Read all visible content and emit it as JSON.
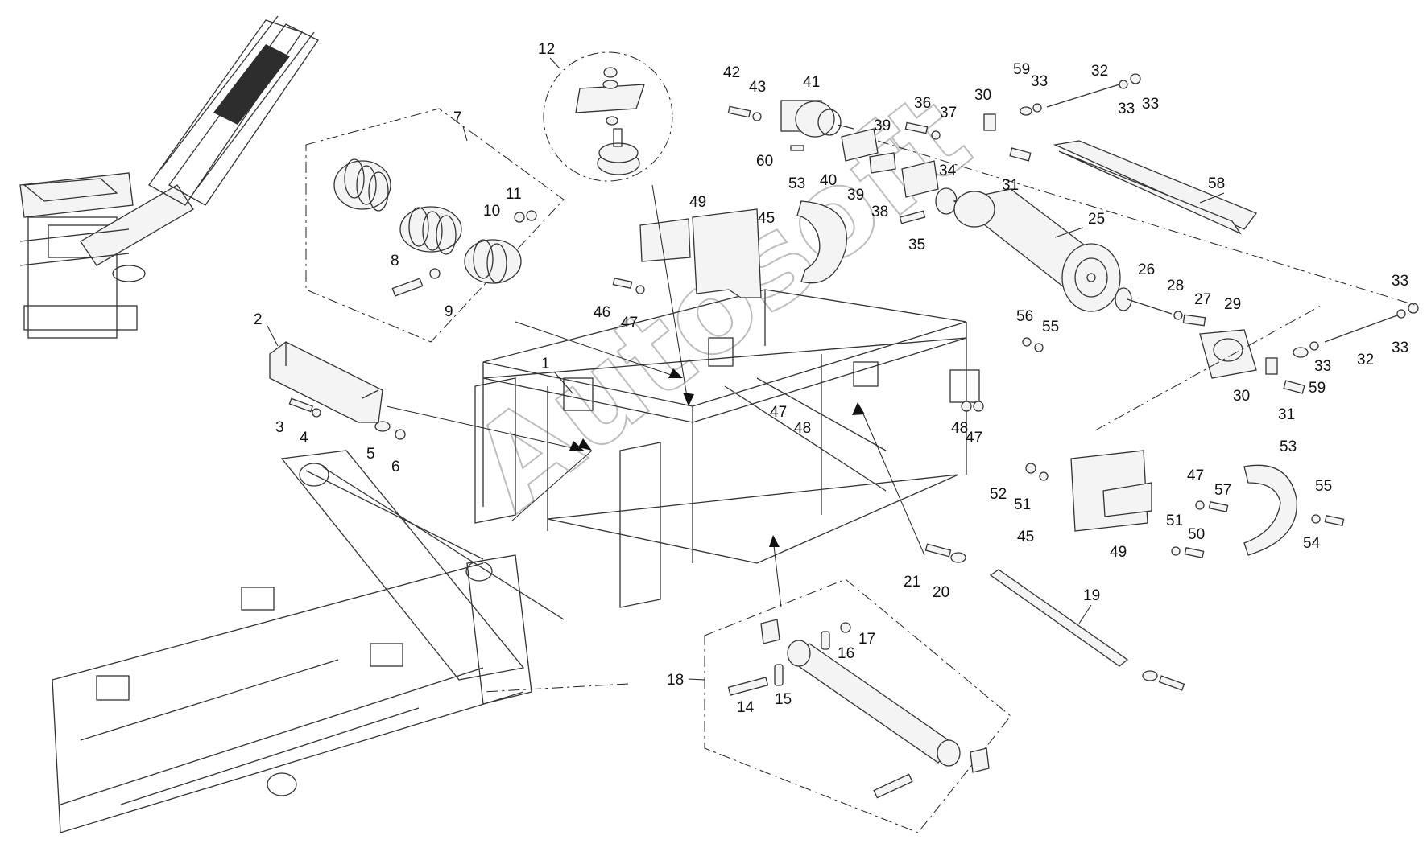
{
  "watermark": "Autosoft",
  "callouts": {
    "c1": "1",
    "c2": "2",
    "c3": "3",
    "c4": "4",
    "c5": "5",
    "c6": "6",
    "c7": "7",
    "c8": "8",
    "c9": "9",
    "c10": "10",
    "c11": "11",
    "c12": "12",
    "c14": "14",
    "c15": "15",
    "c16": "16",
    "c17": "17",
    "c18": "18",
    "c19": "19",
    "c20": "20",
    "c21": "21",
    "c25": "25",
    "c26": "26",
    "c27": "27",
    "c28": "28",
    "c29": "29",
    "c30a": "30",
    "c30b": "30",
    "c31a": "31",
    "c31b": "31",
    "c32a": "32",
    "c32b": "32",
    "c33a": "33",
    "c33b": "33",
    "c33c": "33",
    "c33d": "33",
    "c33e": "33",
    "c33f": "33",
    "c34": "34",
    "c35": "35",
    "c36": "36",
    "c37": "37",
    "c38": "38",
    "c39a": "39",
    "c39b": "39",
    "c40": "40",
    "c41": "41",
    "c42": "42",
    "c43": "43",
    "c45a": "45",
    "c45b": "45",
    "c46": "46",
    "c47a": "47",
    "c47b": "47",
    "c47c": "47",
    "c47d": "47",
    "c48a": "48",
    "c48b": "48",
    "c49a": "49",
    "c49b": "49",
    "c50": "50",
    "c51a": "51",
    "c51b": "51",
    "c52": "52",
    "c53a": "53",
    "c53b": "53",
    "c54": "54",
    "c55a": "55",
    "c55b": "55",
    "c56": "56",
    "c57": "57",
    "c58": "58",
    "c59a": "59",
    "c59b": "59",
    "c60": "60"
  }
}
